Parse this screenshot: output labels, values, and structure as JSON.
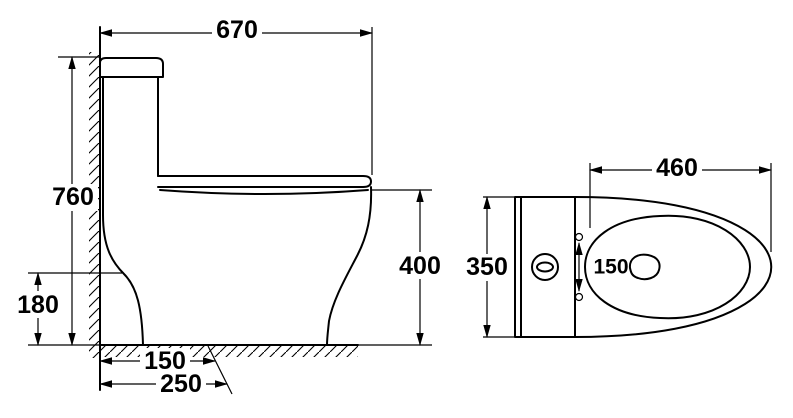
{
  "drawing": {
    "title": "one-piece toilet dimension drawing",
    "background_color": "#ffffff",
    "line_color": "#000000",
    "side_view": {
      "dim_overall_depth": "670",
      "dim_overall_height": "760",
      "dim_rim_height": "400",
      "dim_outlet_height": "180",
      "dim_rough_in_1": "150",
      "dim_rough_in_2": "250"
    },
    "top_view": {
      "dim_seat_length": "460",
      "dim_overall_width": "350",
      "dim_hole_spacing": "150"
    }
  }
}
